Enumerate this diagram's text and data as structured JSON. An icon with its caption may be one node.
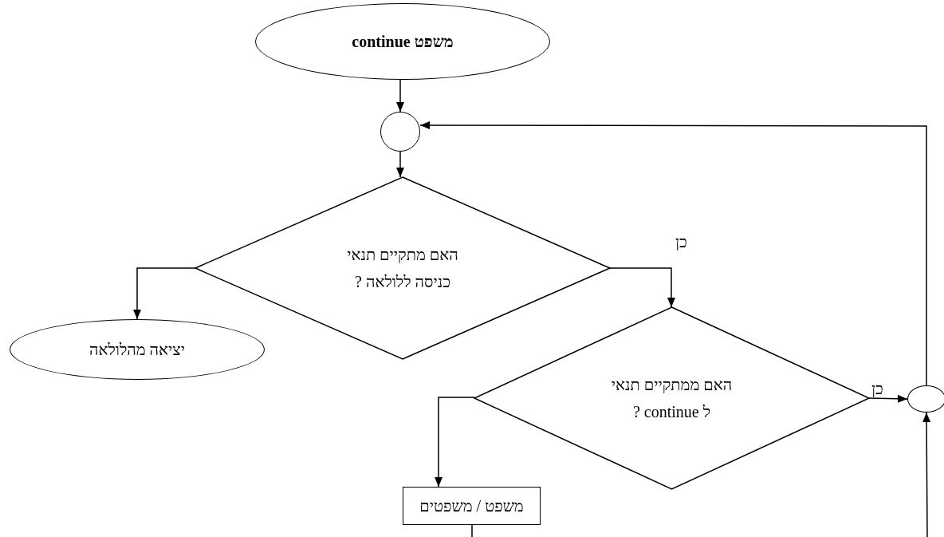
{
  "diagram": {
    "nodes": [
      {
        "text": [
          "משפט continue"
        ]
      },
      {
        "text": [],
        "shape": "circle"
      },
      {
        "text": [
          "האם מתקיים תנאי כניסה ללולאה ?"
        ]
      },
      {
        "text": [
          "יציאה מהלולאה"
        ]
      },
      {
        "text": [
          "האם ממתקיים תנאי ל continue ?"
        ]
      },
      {
        "text": [],
        "shape": "ellipse"
      },
      {
        "text": [
          "משפט / משפטים"
        ]
      }
    ],
    "edges": [
      {
        "from": 0,
        "to": 1,
        "arrow": "to"
      },
      {
        "from": 1,
        "to": 2,
        "arrow": "to"
      },
      {
        "from": 2,
        "to": 3,
        "arrow": "to"
      },
      {
        "from": 2,
        "to": 4,
        "arrow": "to",
        "label": "כן"
      },
      {
        "from": 4,
        "to": 5,
        "arrow": "to",
        "label": "כן"
      },
      {
        "from": 5,
        "to": 1,
        "arrow": "to"
      },
      {
        "from": 4,
        "to": 6,
        "arrow": "to"
      },
      {
        "from": 6,
        "to": null,
        "arrow": "none"
      },
      {
        "from": null,
        "to": 5,
        "arrow": "to"
      }
    ]
  }
}
